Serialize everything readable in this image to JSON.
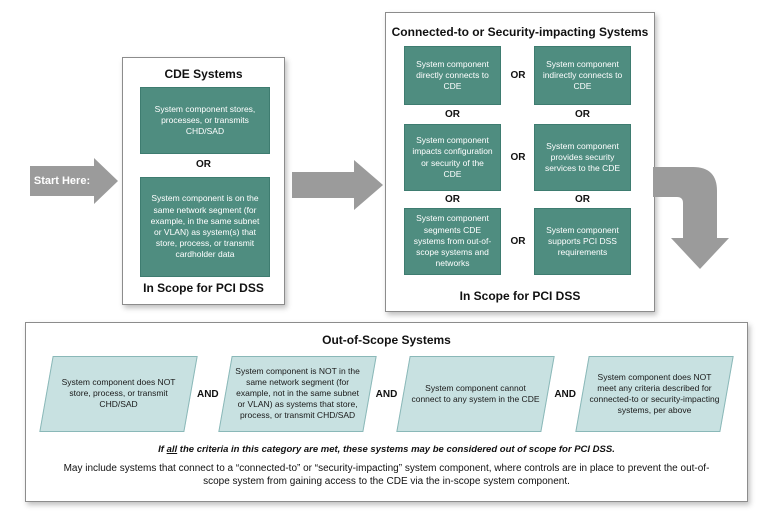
{
  "colors": {
    "teal": "#4f8d80",
    "light_teal": "#c8e1e1",
    "arrow_gray": "#9b9b9b",
    "border_gray": "#8c8c8c"
  },
  "start": {
    "label": "Start Here:"
  },
  "cde": {
    "title": "CDE Systems",
    "or_label": "OR",
    "criteria": [
      "System component stores, processes, or transmits CHD/SAD",
      "System component is on the same network segment (for example, in the same subnet or VLAN) as system(s) that store, process, or transmit cardholder data"
    ],
    "footer": "In Scope for PCI DSS"
  },
  "conn": {
    "title": "Connected-to or Security-impacting Systems",
    "or_label": "OR",
    "rows": [
      {
        "left": "System component directly connects to CDE",
        "right": "System component indirectly connects to CDE"
      },
      {
        "left": "System component impacts configuration or security of the CDE",
        "right": "System component provides security services to the CDE"
      },
      {
        "left": "System component segments CDE systems from out-of-scope systems and networks",
        "right": "System component supports PCI DSS requirements"
      }
    ],
    "footer": "In Scope for PCI DSS"
  },
  "oos": {
    "title": "Out-of-Scope Systems",
    "and_label": "AND",
    "criteria": [
      "System component does NOT store, process, or transmit CHD/SAD",
      "System component is NOT in the same network segment (for example, not in the same subnet or VLAN) as systems that store, process, or transmit CHD/SAD",
      "System component cannot connect to any system in the CDE",
      "System component does NOT meet any criteria described for connected-to or security-impacting systems, per above"
    ],
    "note_prefix": "If ",
    "note_all": "all",
    "note_rest": " the criteria in this category are met, these systems may be considered out of scope for PCI DSS.",
    "paragraph": "May include systems that connect to a “connected-to” or “security-impacting” system component, where controls are in place to prevent the out-of-scope system from gaining access to the CDE via the in-scope system component."
  }
}
